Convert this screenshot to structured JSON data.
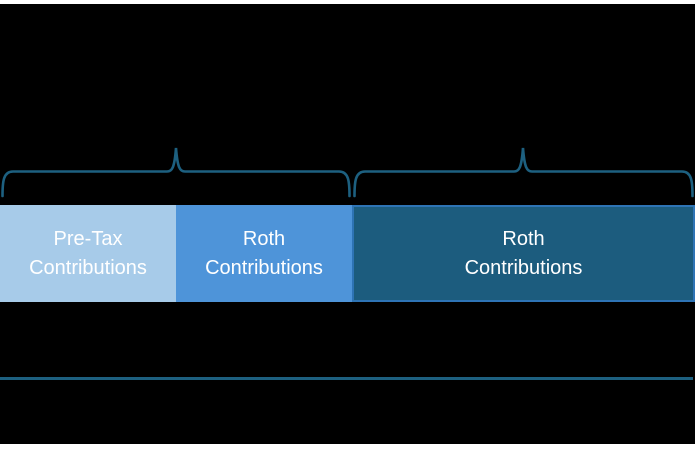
{
  "colors": {
    "page_background": "#ffffff",
    "panel_background": "#000000",
    "brace": "#1d6080",
    "divider_line": "#1d6080",
    "label_text": "#ffffff",
    "segment_pretax_fill": "#a7cbe9",
    "segment_roth_fill": "#4e94d9",
    "segment_roth_dark_fill": "#1c5c7e",
    "segment_roth_dark_border": "#2e74b5"
  },
  "bar": {
    "segments": [
      {
        "id": "pretax",
        "label_line1": "Pre-Tax",
        "label_line2": "Contributions",
        "fill": "#a7cbe9"
      },
      {
        "id": "roth",
        "label_line1": "Roth",
        "label_line2": "Contributions",
        "fill": "#4e94d9"
      },
      {
        "id": "roth-dark",
        "label_line1": "Roth",
        "label_line2": "Contributions",
        "fill": "#1c5c7e",
        "border": "#2e74b5"
      }
    ]
  }
}
